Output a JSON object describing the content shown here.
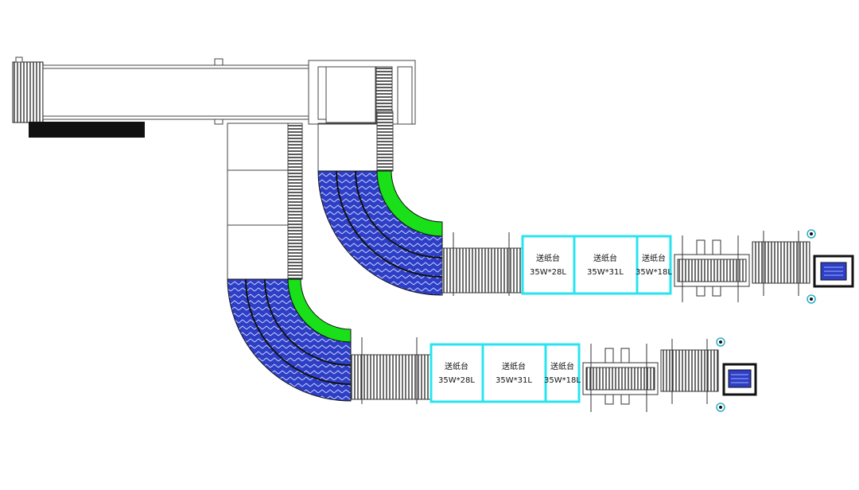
{
  "line_a": {
    "tables": [
      {
        "name": "送纸台",
        "size": "35W*28L"
      },
      {
        "name": "送纸台",
        "size": "35W*31L"
      },
      {
        "name": "送纸台",
        "size": "35W*18L"
      }
    ]
  },
  "line_b": {
    "tables": [
      {
        "name": "送纸台",
        "size": "35W*28L"
      },
      {
        "name": "送纸台",
        "size": "35W*31L"
      },
      {
        "name": "送纸台",
        "size": "35W*18L"
      }
    ]
  },
  "colors": {
    "line": "#444444",
    "curve_blue": "#2e3fc6",
    "curve_green": "#19e019",
    "table_border": "#29e4f0",
    "label_block": "#111111"
  }
}
